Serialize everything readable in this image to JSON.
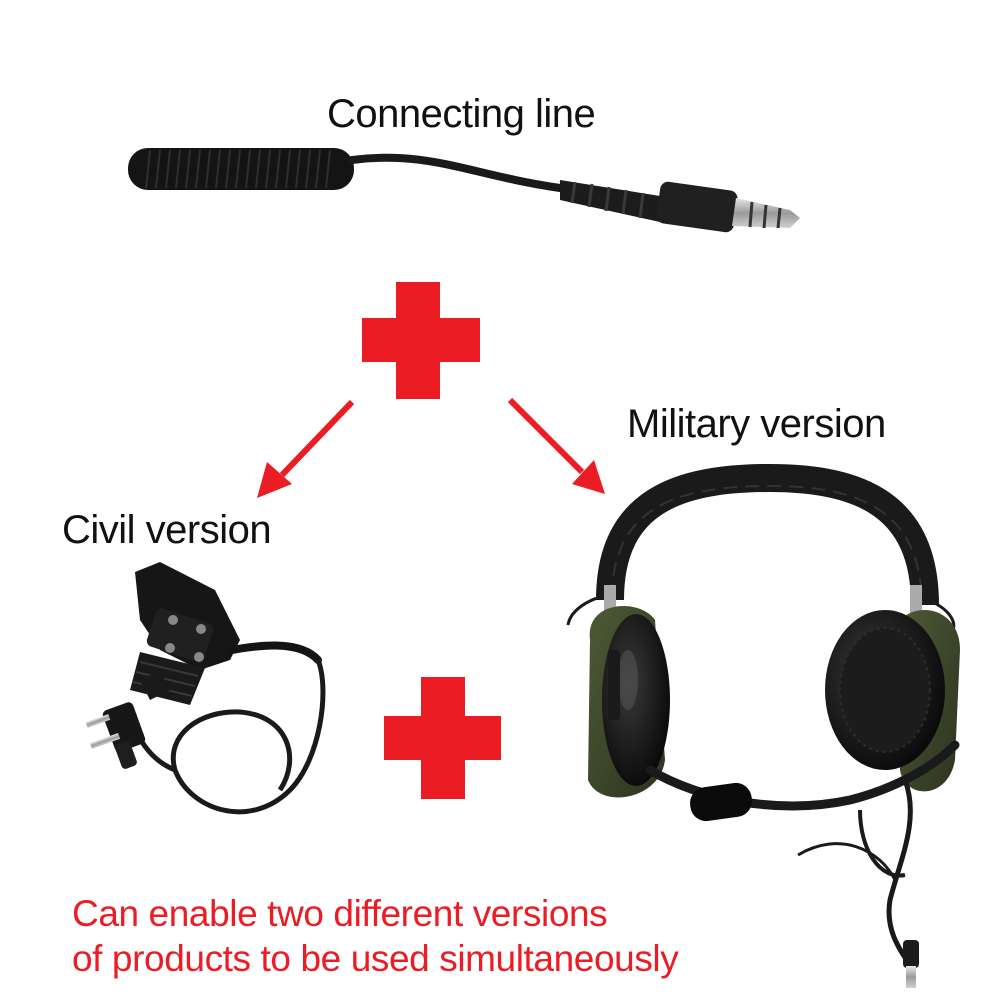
{
  "labels": {
    "connecting_line": "Connecting line",
    "military_version": "Military version",
    "civil_version": "Civil version"
  },
  "caption": {
    "line1": "Can enable two different versions",
    "line2": "of products to be used simultaneously"
  },
  "colors": {
    "accent_red": "#ec1c24",
    "text": "#111111",
    "headset_green": "#3f4a2c",
    "cable_black": "#1a1a1a"
  },
  "icons": {
    "plus_top": "plus-icon",
    "plus_bottom": "plus-icon",
    "arrow_left": "arrow-down-left-icon",
    "arrow_right": "arrow-down-right-icon"
  }
}
